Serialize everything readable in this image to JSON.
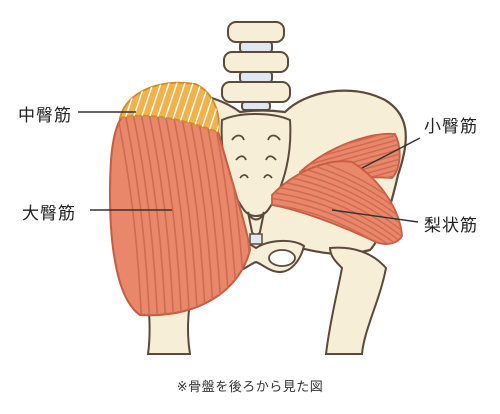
{
  "labels": {
    "gluteus_medius": "中臀筋",
    "gluteus_minimus": "小臀筋",
    "gluteus_maximus": "大臀筋",
    "piriformis": "梨状筋"
  },
  "caption": "※骨盤を後ろから見た図",
  "colors": {
    "bone_fill": "#f6eed6",
    "bone_stroke": "#5b4a3c",
    "muscle_fill": "#e8876a",
    "muscle_stroke": "#c85b43",
    "muscle_fiber": "#cf6a52",
    "medius_fill": "#f0b24c",
    "medius_fiber": "#ffffff",
    "leader_line": "#333333"
  }
}
